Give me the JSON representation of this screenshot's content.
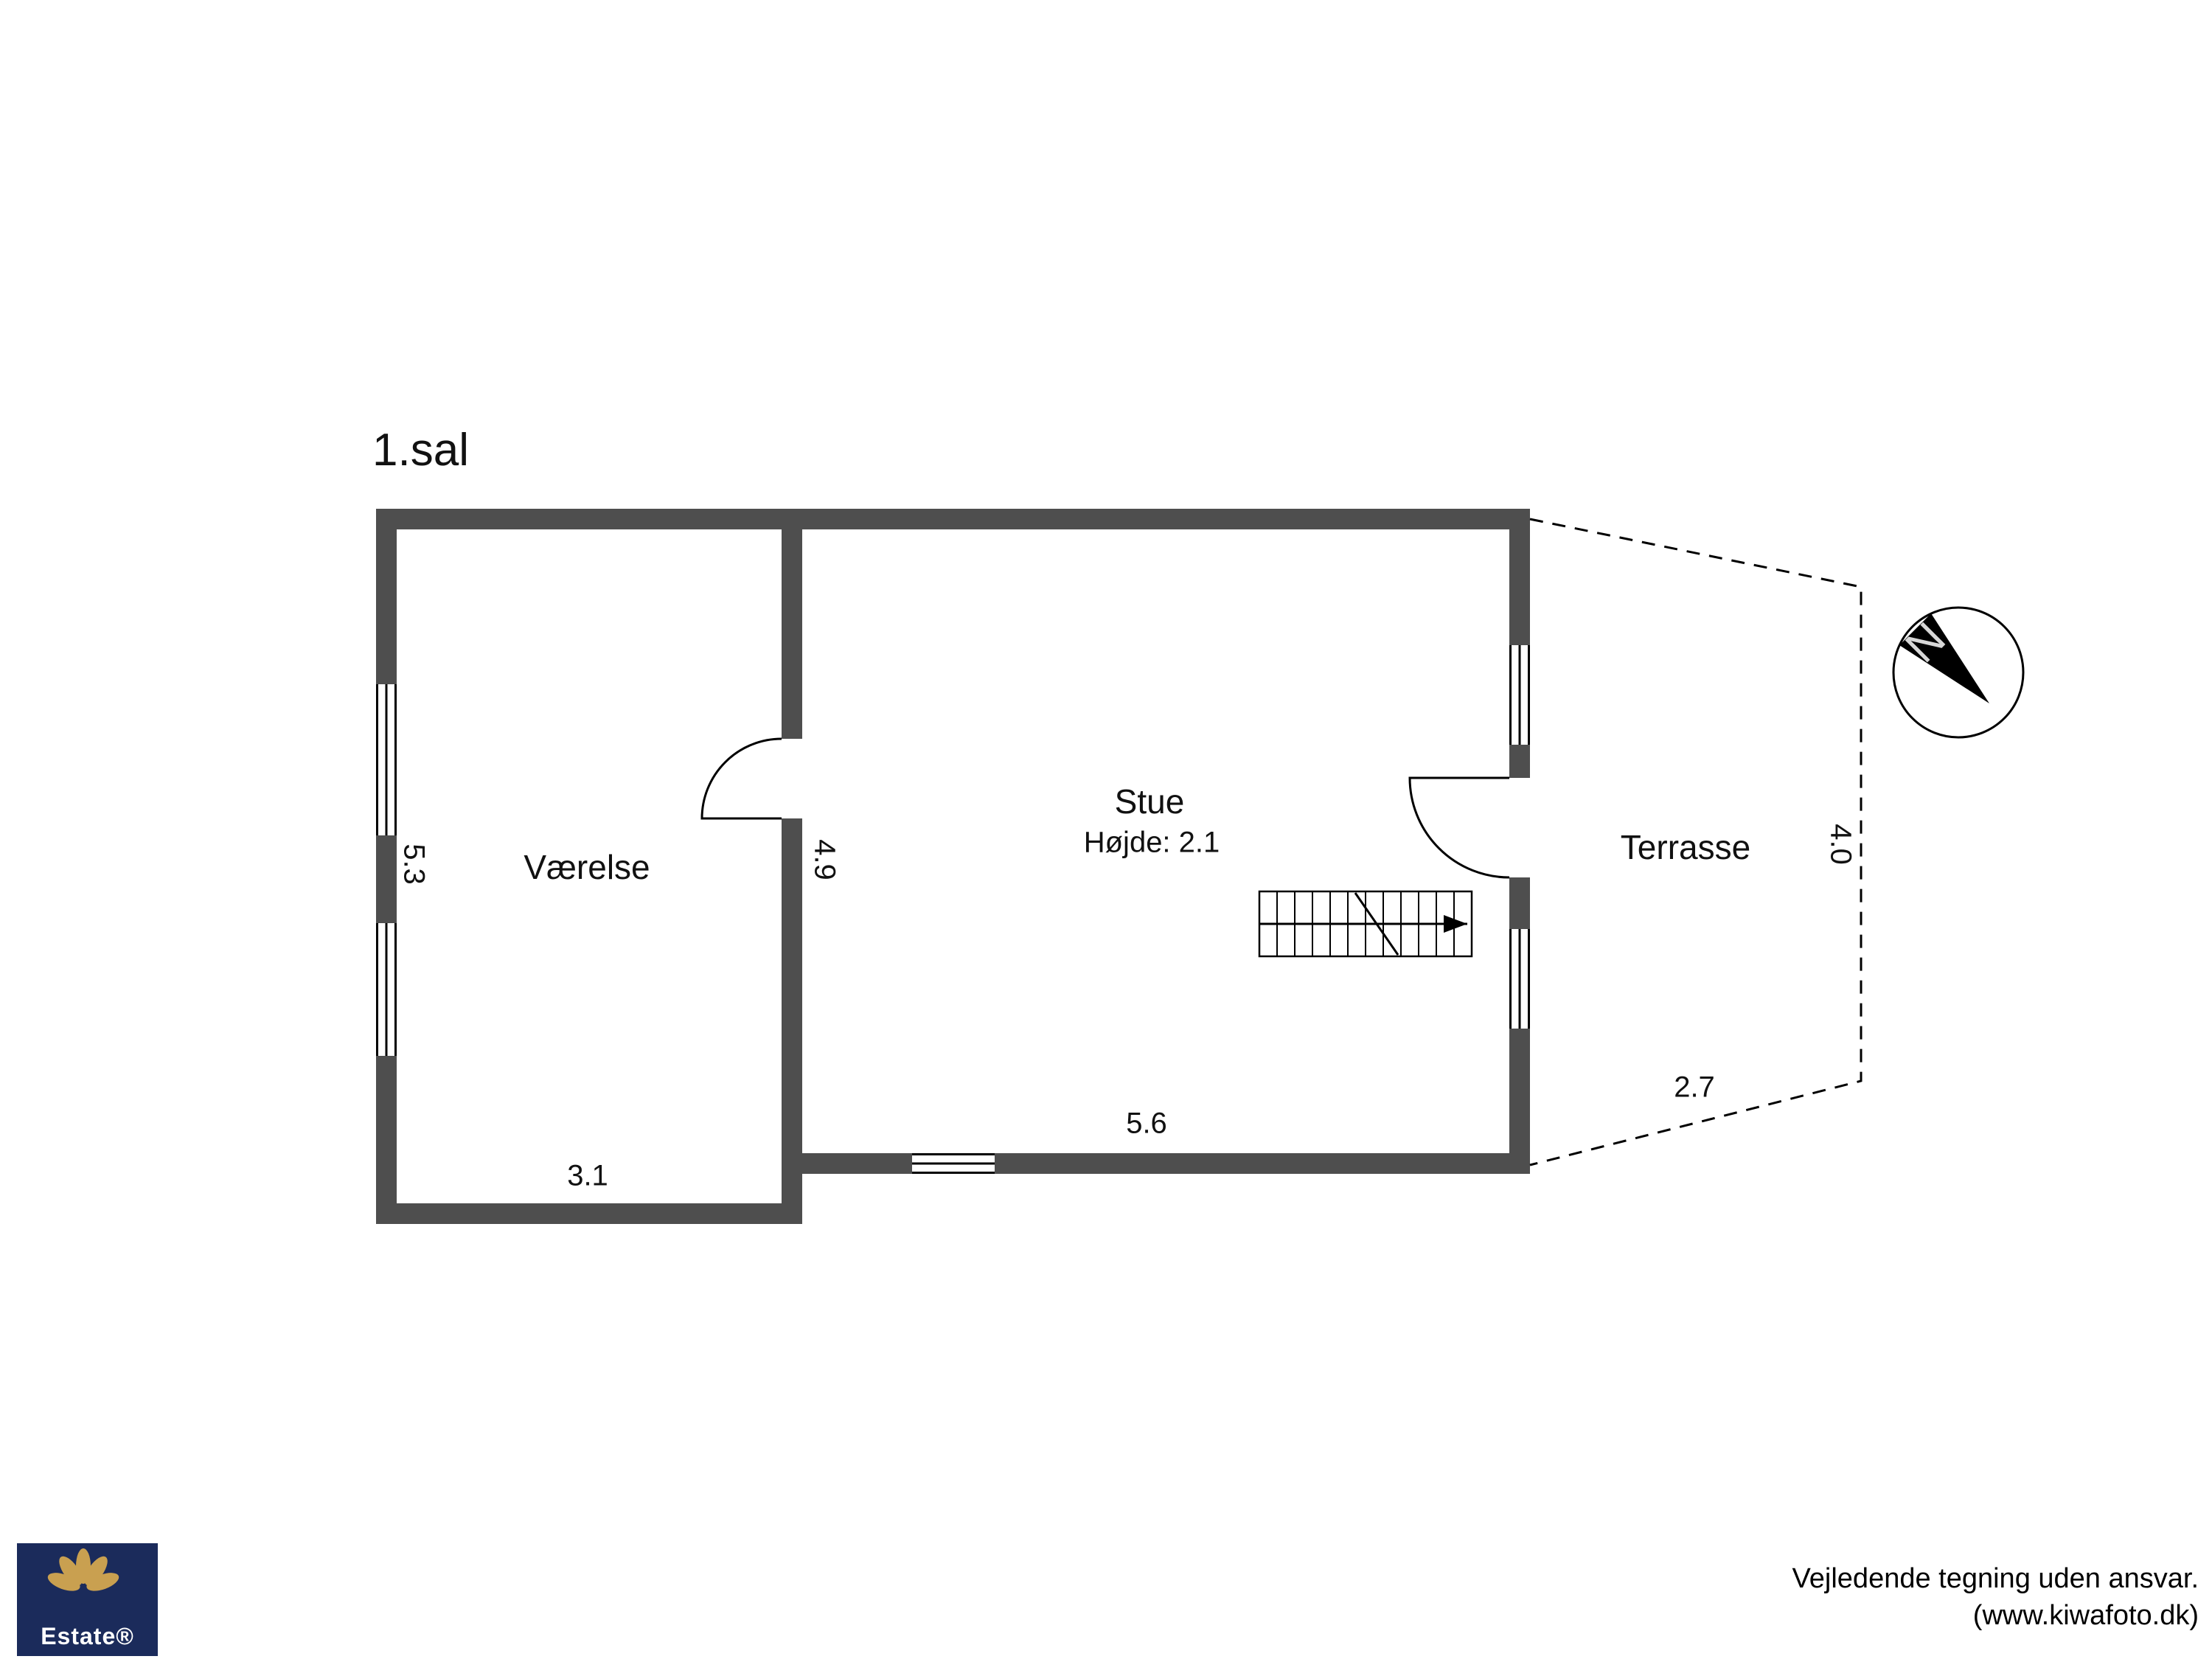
{
  "floor": {
    "title": "1.sal"
  },
  "rooms": {
    "vaerelse": {
      "label": "Værelse"
    },
    "stue": {
      "label": "Stue",
      "height_note": "Højde: 2.1"
    },
    "terrasse": {
      "label": "Terrasse"
    }
  },
  "dimensions": {
    "vaerelse_depth_m": "5.3",
    "vaerelse_width_m": "3.1",
    "stue_depth_m": "4.9",
    "stue_width_m": "5.6",
    "terrasse_depth_m": "4.0",
    "terrasse_width_m": "2.7"
  },
  "compass": {
    "north_label": "N"
  },
  "logo": {
    "brand": "Estate®"
  },
  "footer": {
    "line1": "Vejledende tegning uden ansvar.",
    "line2": "(www.kiwafoto.dk)"
  },
  "colors": {
    "wall": "#4e4e4e",
    "line": "#000000",
    "logo_bg": "#1b2b5b",
    "logo_gold": "#c9a050"
  }
}
